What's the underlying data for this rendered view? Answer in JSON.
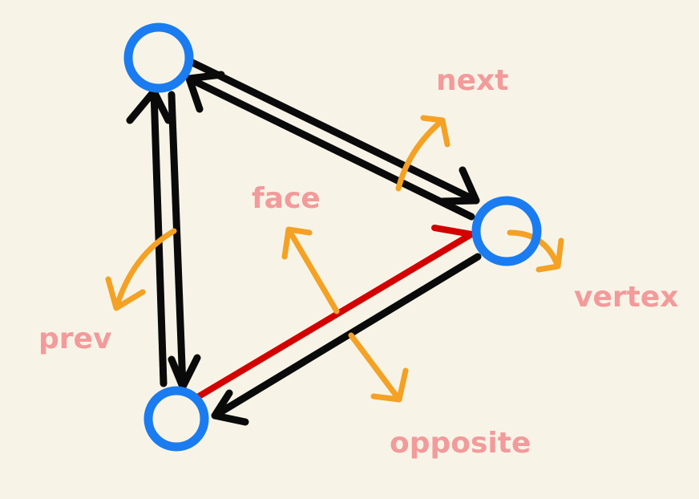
{
  "labels": {
    "next": "next",
    "face": "face",
    "vertex": "vertex",
    "prev": "prev",
    "opposite": "opposite"
  },
  "colors": {
    "background": "#f7f4e7",
    "vertex_circle": "#1a7cf0",
    "half_edge": "#0a0a0a",
    "selected_half_edge": "#d40000",
    "pointer": "#f4a124",
    "label_text": "#f39a9a"
  }
}
